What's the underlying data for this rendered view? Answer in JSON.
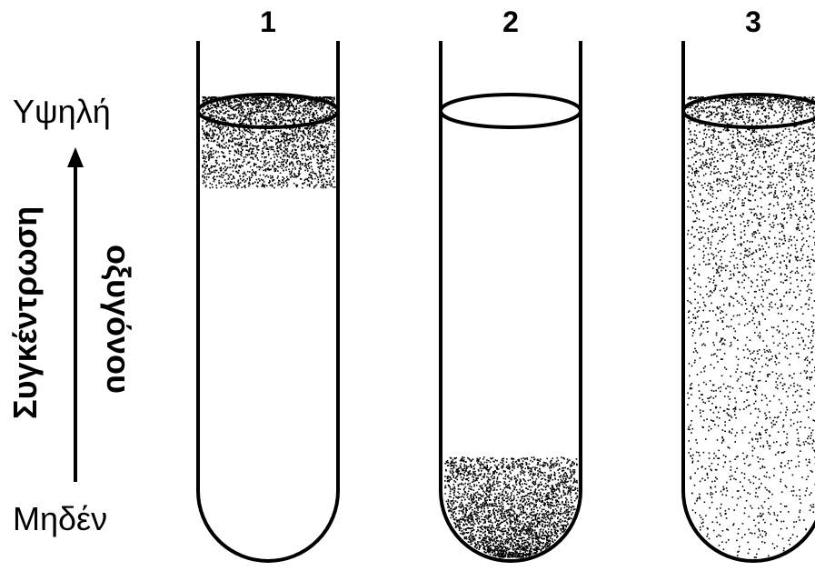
{
  "labels": {
    "high": "Υψηλή",
    "zero": "Μηδέν",
    "axis_line1": "Συγκέντρωση",
    "axis_line2": "οξυγόνου"
  },
  "tubes": [
    {
      "number": "1",
      "growth": "top",
      "description": "growth concentrated at the surface"
    },
    {
      "number": "2",
      "growth": "bottom",
      "description": "growth concentrated at the bottom"
    },
    {
      "number": "3",
      "growth": "gradient",
      "description": "growth throughout, densest at top"
    }
  ],
  "colors": {
    "ink": "#000000",
    "background": "#ffffff"
  }
}
